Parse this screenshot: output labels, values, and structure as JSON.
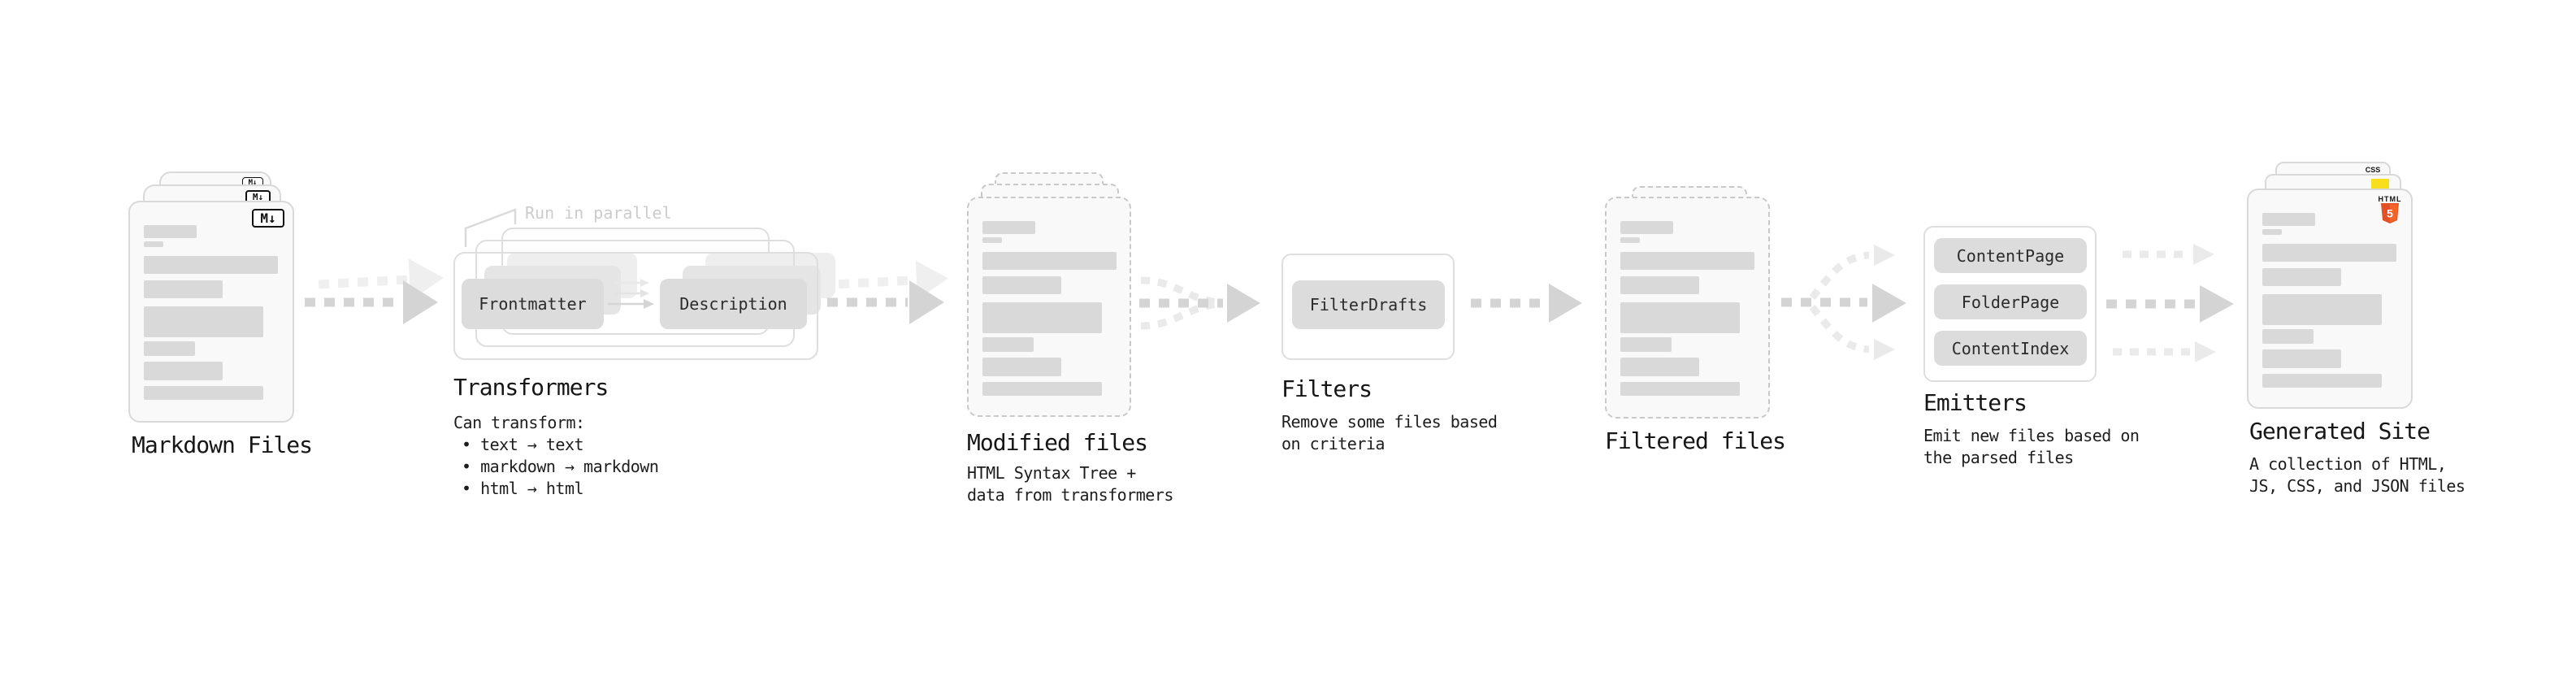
{
  "colors": {
    "doc_fill": "#f9f9f9",
    "doc_border": "#d9d9d9",
    "doc_border_dashed": "#c9c9c9",
    "bar_fill": "#d9d9d9",
    "box_border": "#dedede",
    "chip_fill": "#dcdcdc",
    "chip_ghost_fill": "#e5e5e5",
    "chip_ghost2_fill": "#eeeeee",
    "chip_text": "#2b2b2b",
    "label_text": "#161616",
    "caption_text": "#1d1d1d",
    "annotation_text": "#cccccc",
    "arrow_dark": "#d4d4d4",
    "arrow_light": "#eaeaea",
    "html5_orange": "#e34f26",
    "html5_orange_light": "#f16529",
    "js_yellow": "#f7df1e",
    "css_blue": "#2965f1",
    "md_icon_ink": "#111111"
  },
  "stages": {
    "markdown": {
      "label": "Markdown Files",
      "badge": "M↓"
    },
    "transformers": {
      "label": "Transformers",
      "annotation": "Run in parallel",
      "step_left": "Frontmatter",
      "step_right": "Description",
      "caption_title": "Can transform:",
      "bullet_1": "• text → text",
      "bullet_2": "• markdown → markdown",
      "bullet_3": "• html → html"
    },
    "modified": {
      "label": "Modified files",
      "caption_line_1": "HTML Syntax Tree +",
      "caption_line_2": "data from transformers"
    },
    "filters": {
      "label": "Filters",
      "chip": "FilterDrafts",
      "caption_line_1": "Remove some files based",
      "caption_line_2": "on criteria"
    },
    "filtered": {
      "label": "Filtered files"
    },
    "emitters": {
      "label": "Emitters",
      "chip_1": "ContentPage",
      "chip_2": "FolderPage",
      "chip_3": "ContentIndex",
      "caption_line_1": "Emit new files based on",
      "caption_line_2": "the parsed files"
    },
    "generated": {
      "label": "Generated Site",
      "caption_line_1": "A collection of HTML,",
      "caption_line_2": "JS, CSS, and JSON files",
      "html5_badge_text": "HTML",
      "html5_badge_number": "5",
      "css_badge_text": "CSS"
    }
  }
}
